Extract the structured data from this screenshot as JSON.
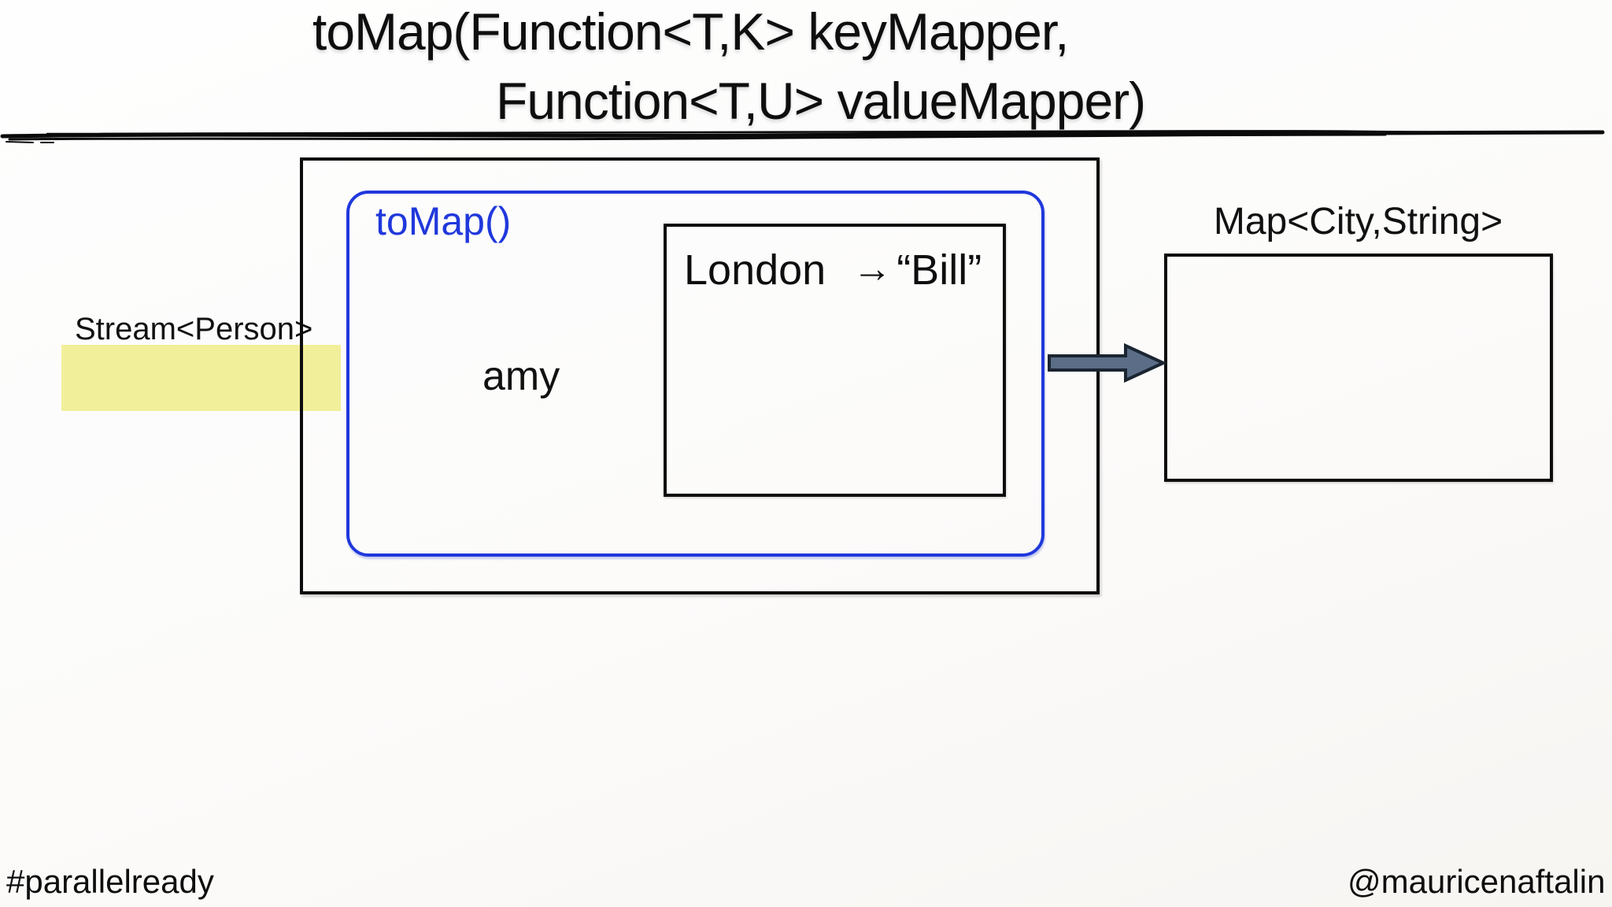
{
  "slide": {
    "title_line1": "toMap(Function<T,K> keyMapper,",
    "title_line2": "Function<T,U> valueMapper)",
    "stream_label": "Stream<Person>",
    "tomap_label": "toMap()",
    "element_label": "amy",
    "entry": {
      "key": "London",
      "arrow": "→",
      "value": "“Bill”"
    },
    "map_label": "Map<City,String>",
    "footer_left": "#parallelready",
    "footer_right": "@mauricenaftalin",
    "colors": {
      "blue": "#2038dc",
      "yellow": "#f2ef9b",
      "arrow_fill": "#5b6d87",
      "arrow_stroke": "#1b2531",
      "ink": "#0c0c0c"
    }
  }
}
